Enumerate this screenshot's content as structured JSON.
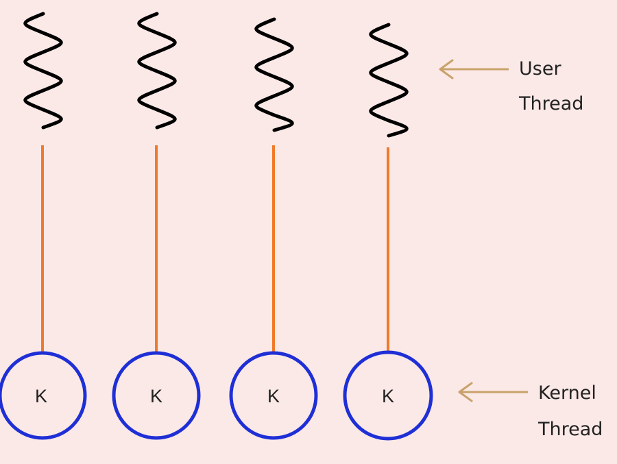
{
  "threads": [
    {
      "kernel_label": "K"
    },
    {
      "kernel_label": "K"
    },
    {
      "kernel_label": "K"
    },
    {
      "kernel_label": "K"
    }
  ],
  "labels": {
    "user_thread": {
      "line1": "User",
      "line2": "Thread"
    },
    "kernel_thread": {
      "line1": "Kernel",
      "line2": "Thread"
    }
  },
  "colors": {
    "background": "#fbe9e7",
    "squiggle": "#000000",
    "connector": "#f07a2a",
    "kernel_circle": "#1f2fd6",
    "arrow": "#c9a26b",
    "text": "#222222"
  }
}
